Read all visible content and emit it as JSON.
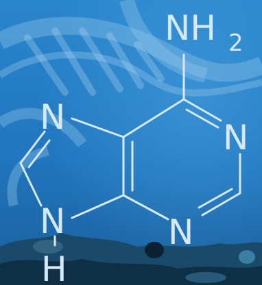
{
  "image": {
    "description_colors": {
      "background_top": "#2a86cc",
      "background_bottom": "#1a5f9c",
      "molecule_stroke": "#d6e9f8",
      "helix_color": "#9ccbee",
      "seabed_dark": "#0f2f44"
    }
  },
  "molecule": {
    "labels": {
      "amine_n": "NH",
      "amine_sub": "2",
      "n1": "N",
      "n3": "N",
      "n7": "N",
      "n9": "N",
      "n9_h": "H"
    }
  }
}
